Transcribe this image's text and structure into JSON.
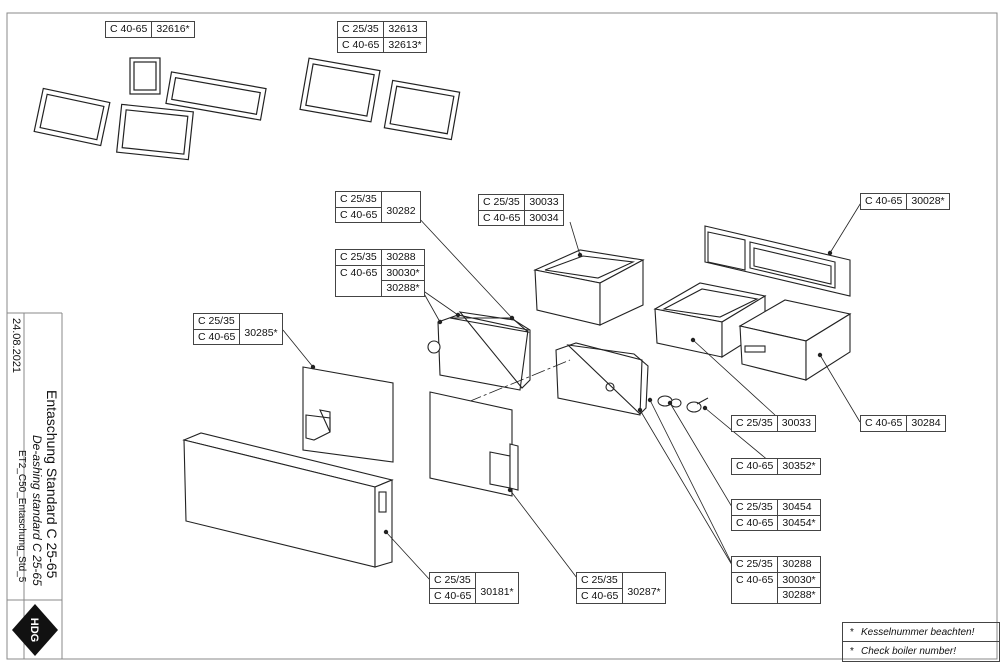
{
  "title": {
    "date": "24.08.2021",
    "main_de": "Entaschung Standard C 25-65",
    "main_en": "De-ashing standard C 25-65",
    "file": "ET2_C50_Entaschung_Std_5",
    "logo": "HDG"
  },
  "legend": [
    {
      "mark": "*",
      "text": "Kesselnummer beachten!"
    },
    {
      "mark": "*",
      "text": "Check boiler number!"
    }
  ],
  "labels": [
    {
      "id": "gasket-small",
      "rows": [
        [
          "C 40-65",
          "32616*"
        ]
      ]
    },
    {
      "id": "gasket-large",
      "rows": [
        [
          "C 25/35",
          "32613"
        ],
        [
          "C 40-65",
          "32613*"
        ]
      ]
    },
    {
      "id": "door-frame",
      "rows": [
        [
          "C 25/35",
          ""
        ],
        [
          "C 40-65",
          "30282"
        ]
      ]
    },
    {
      "id": "ash-box-small",
      "rows": [
        [
          "C 25/35",
          "30033"
        ],
        [
          "C 40-65",
          "30034"
        ]
      ]
    },
    {
      "id": "baffle-plate",
      "rows": [
        [
          "C 40-65",
          "30028*"
        ]
      ]
    },
    {
      "id": "door-gasket-top",
      "rows": [
        [
          "C 25/35",
          "30288"
        ],
        [
          "C 40-65",
          "30030*"
        ],
        [
          "",
          "30288*"
        ]
      ]
    },
    {
      "id": "door-left",
      "rows": [
        [
          "C 25/35",
          ""
        ],
        [
          "C 40-65",
          "30285*"
        ]
      ]
    },
    {
      "id": "ash-box-mid",
      "rows": [
        [
          "C 25/35",
          "30033"
        ]
      ]
    },
    {
      "id": "ash-box-right",
      "rows": [
        [
          "C 40-65",
          "30284"
        ]
      ]
    },
    {
      "id": "knob",
      "rows": [
        [
          "C 40-65",
          "30352*"
        ]
      ]
    },
    {
      "id": "handle",
      "rows": [
        [
          "C 25/35",
          "30454"
        ],
        [
          "C 40-65",
          "30454*"
        ]
      ]
    },
    {
      "id": "door-gasket-bottom",
      "rows": [
        [
          "C 25/35",
          "30288"
        ],
        [
          "C 40-65",
          "30030*"
        ],
        [
          "",
          "30288*"
        ]
      ]
    },
    {
      "id": "cover-panel",
      "rows": [
        [
          "C 25/35",
          ""
        ],
        [
          "C 40-65",
          "30181*"
        ]
      ]
    },
    {
      "id": "door-right",
      "rows": [
        [
          "C 25/35",
          ""
        ],
        [
          "C 40-65",
          "30287*"
        ]
      ]
    }
  ]
}
